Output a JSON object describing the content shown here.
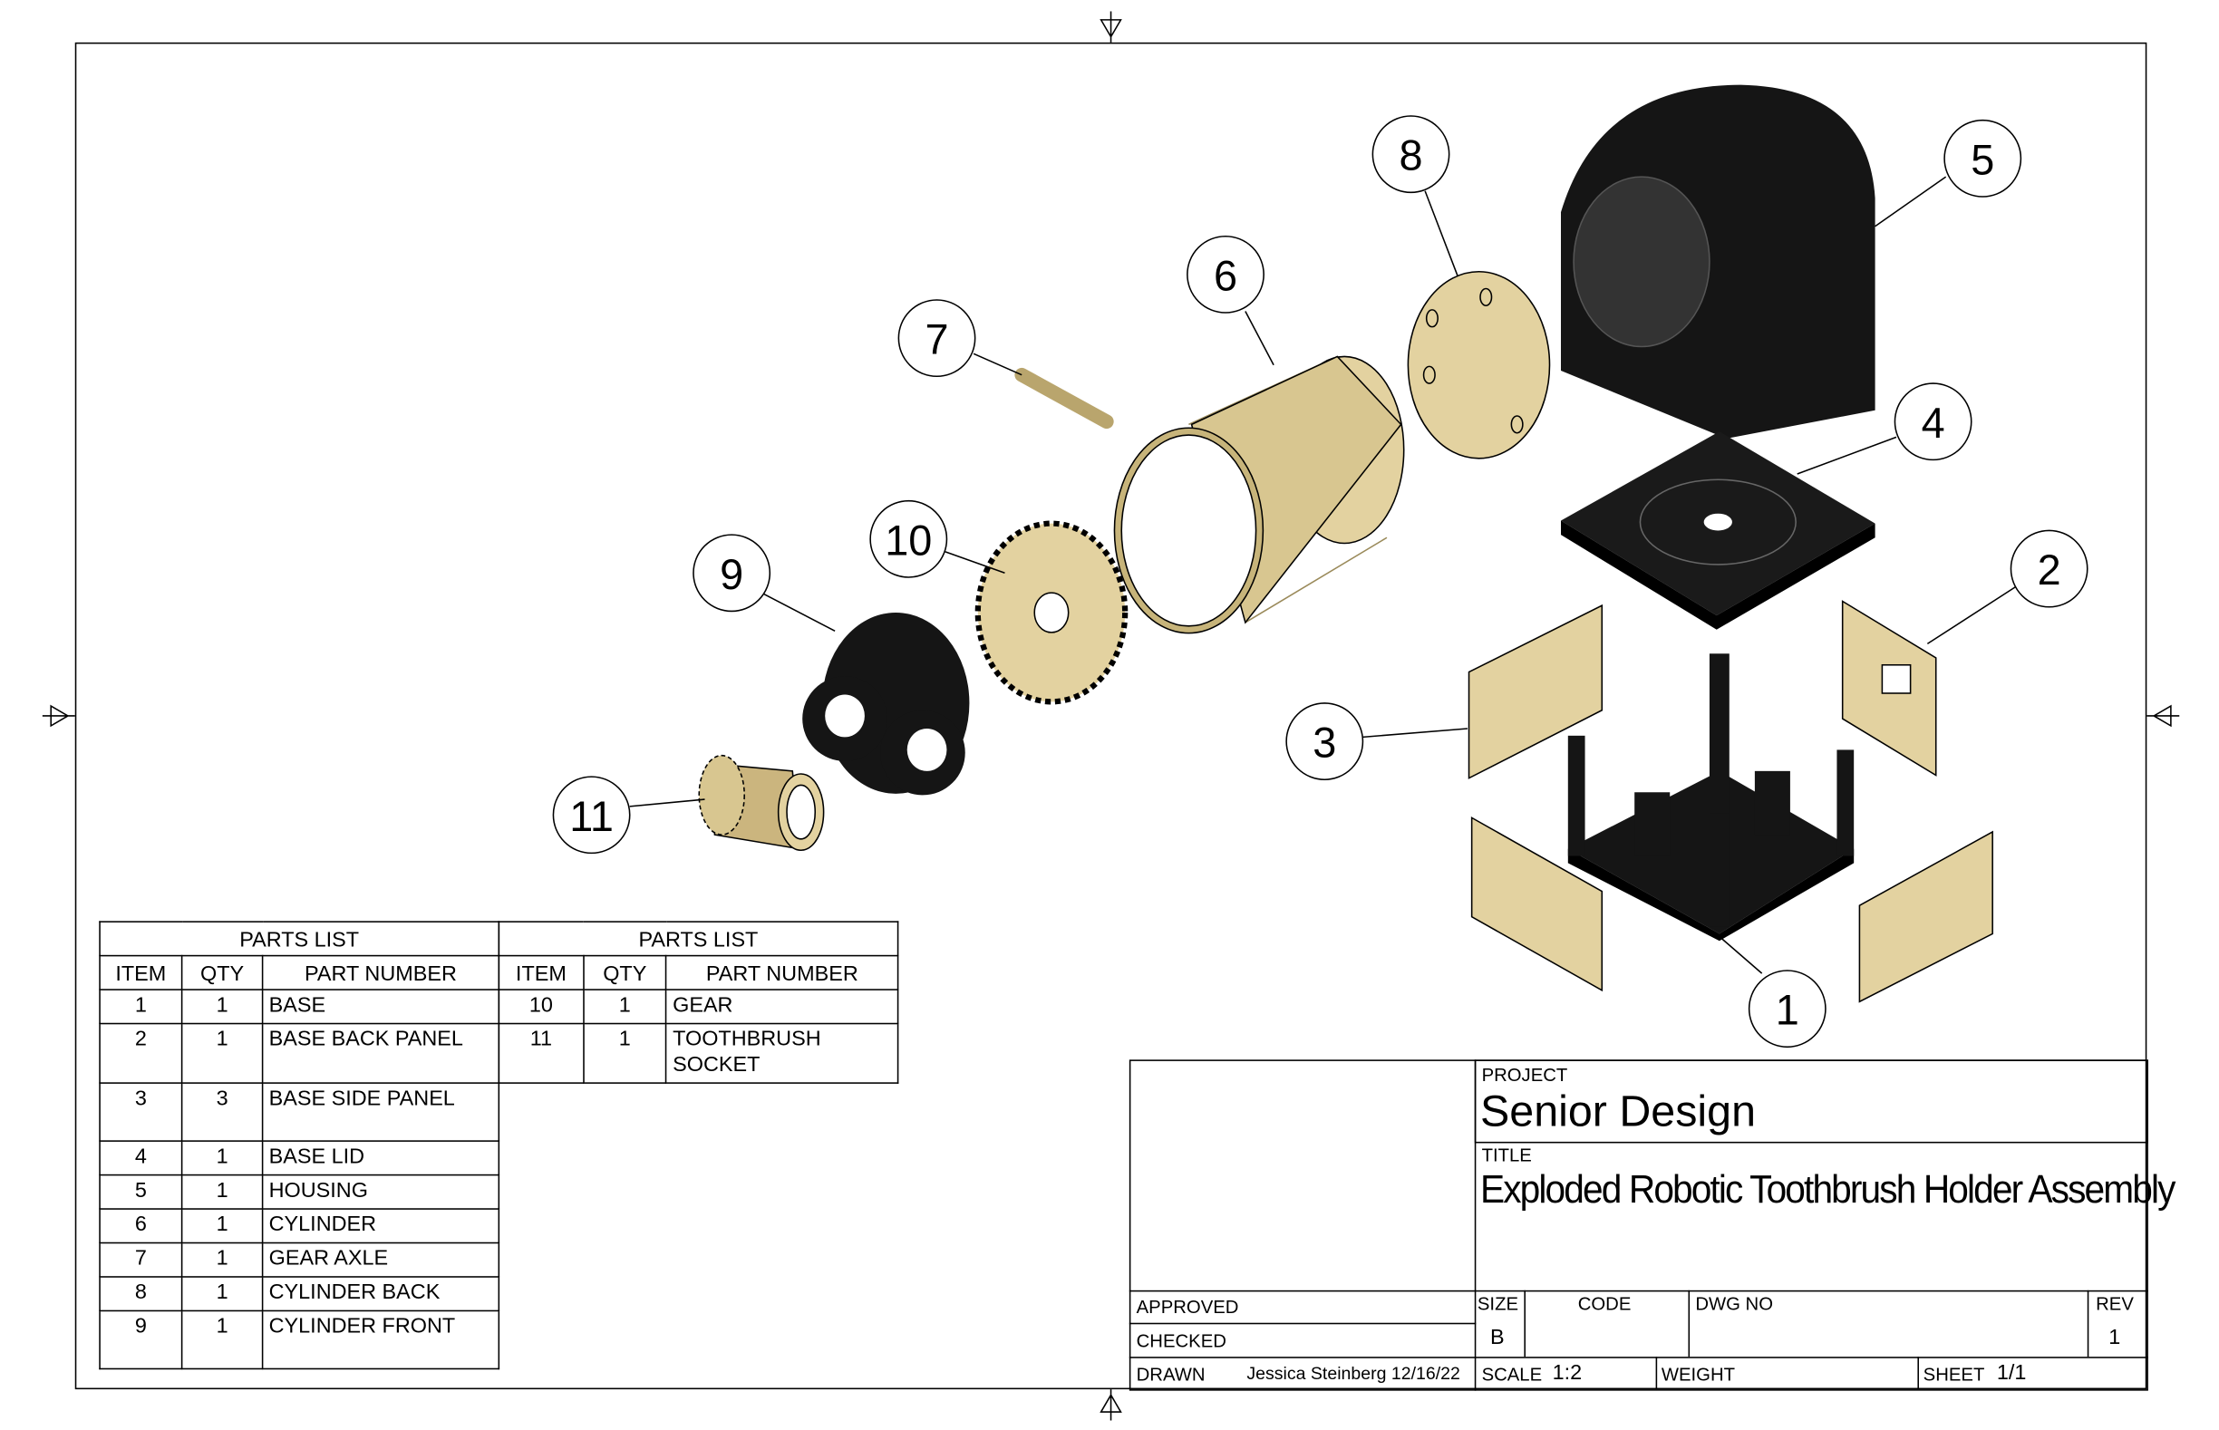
{
  "parts_list_left": {
    "title": "PARTS LIST",
    "headers": [
      "ITEM",
      "QTY",
      "PART NUMBER"
    ],
    "rows": [
      {
        "item": "1",
        "qty": "1",
        "part": "BASE"
      },
      {
        "item": "2",
        "qty": "1",
        "part": "BASE BACK PANEL"
      },
      {
        "item": "3",
        "qty": "3",
        "part": "BASE SIDE PANEL"
      },
      {
        "item": "4",
        "qty": "1",
        "part": "BASE LID"
      },
      {
        "item": "5",
        "qty": "1",
        "part": "HOUSING"
      },
      {
        "item": "6",
        "qty": "1",
        "part": "CYLINDER"
      },
      {
        "item": "7",
        "qty": "1",
        "part": "GEAR AXLE"
      },
      {
        "item": "8",
        "qty": "1",
        "part": "CYLINDER BACK"
      },
      {
        "item": "9",
        "qty": "1",
        "part": "CYLINDER FRONT"
      }
    ]
  },
  "parts_list_right": {
    "title": "PARTS LIST",
    "headers": [
      "ITEM",
      "QTY",
      "PART NUMBER"
    ],
    "rows": [
      {
        "item": "10",
        "qty": "1",
        "part": "GEAR"
      },
      {
        "item": "11",
        "qty": "1",
        "part": "TOOTHBRUSH SOCKET"
      }
    ]
  },
  "balloons": [
    "1",
    "2",
    "3",
    "4",
    "5",
    "6",
    "7",
    "8",
    "9",
    "10",
    "11"
  ],
  "title_block": {
    "project_label": "PROJECT",
    "project": "Senior Design",
    "title_label": "TITLE",
    "title": "Exploded Robotic Toothbrush Holder Assembly",
    "approved_label": "APPROVED",
    "checked_label": "CHECKED",
    "drawn_label": "DRAWN",
    "drawn": "Jessica Steinberg 12/16/22",
    "size_label": "SIZE",
    "size": "B",
    "code_label": "CODE",
    "dwg_label": "DWG NO",
    "rev_label": "REV",
    "rev": "1",
    "scale_label": "SCALE",
    "scale": "1:2",
    "weight_label": "WEIGHT",
    "sheet_label": "SHEET",
    "sheet": "1/1"
  },
  "colors": {
    "plastic_tan": "#e3d2a0",
    "plastic_black": "#151515",
    "line": "#000000"
  }
}
